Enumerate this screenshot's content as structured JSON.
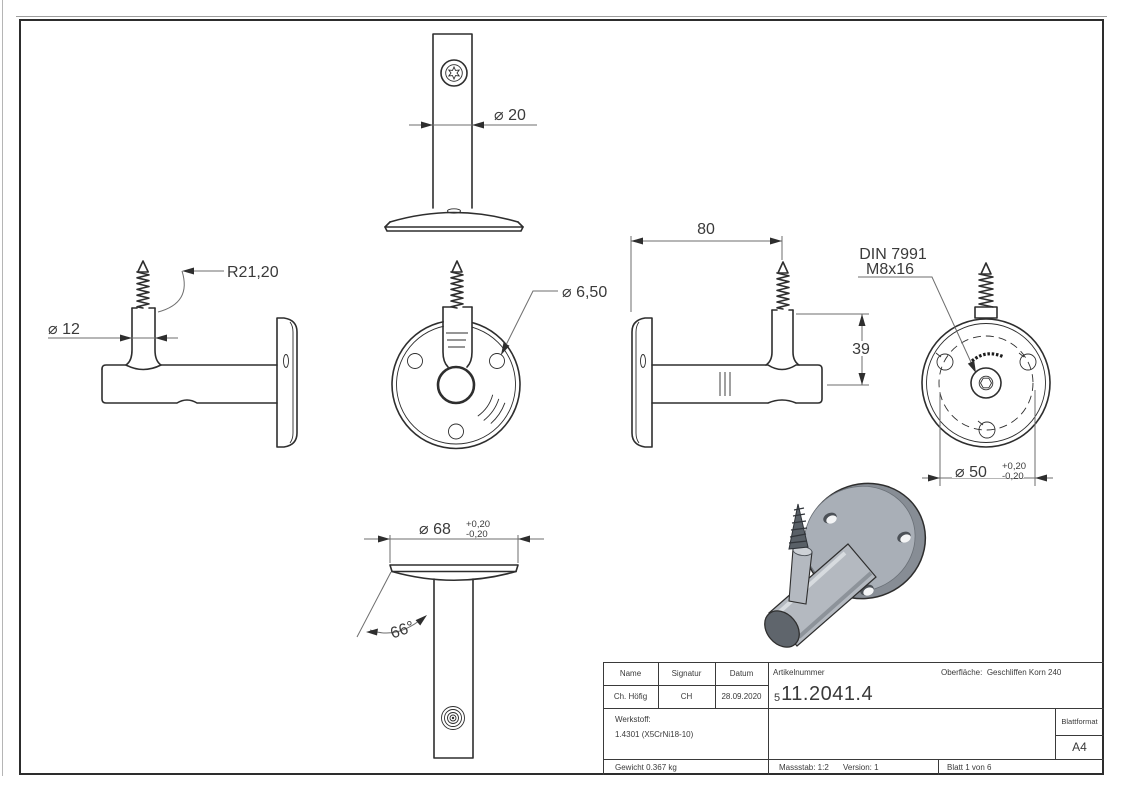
{
  "page": {
    "background": "#ffffff",
    "frame_color": "#2d2d2d",
    "metal_color": "#b4b9c0"
  },
  "dimensions": {
    "top_view_dia": "⌀ 20",
    "side_left_radius": "R21,20",
    "side_left_pin_dia": "⌀ 12",
    "front_hole_dia": "⌀ 6,50",
    "side_right_length": "80",
    "side_right_pin_height": "39",
    "screw_spec_line1": "DIN 7991",
    "screw_spec_line2": "M8x16",
    "bolt_circle_dia": "⌀ 50",
    "bolt_circle_tol_plus": "+0,20",
    "bolt_circle_tol_minus": "-0,20",
    "plate_dia": "⌀ 68",
    "plate_dia_tol_plus": "+0,20",
    "plate_dia_tol_minus": "-0,20",
    "cone_angle": "66°"
  },
  "title_block": {
    "name_header": "Name",
    "signatur_header": "Signatur",
    "datum_header": "Datum",
    "name": "Ch. Höfig",
    "signatur": "CH",
    "datum": "28.09.2020",
    "artikelnummer_label": "Artikelnummer",
    "artikelnummer_prefix": "5",
    "artikelnummer": "11.2041.4",
    "oberflaeche_label": "Oberfläche:",
    "oberflaeche_value": "Geschliffen Korn 240",
    "werkstoff_label": "Werkstoff:",
    "werkstoff_value": "1.4301 (X5CrNi18-10)",
    "gewicht": "Gewicht 0.367 kg",
    "massstab": "Massstab: 1:2",
    "version": "Version: 1",
    "blatt": "Blatt 1 von 6",
    "blattformat_label": "Blattformat",
    "blattformat_value": "A4"
  }
}
